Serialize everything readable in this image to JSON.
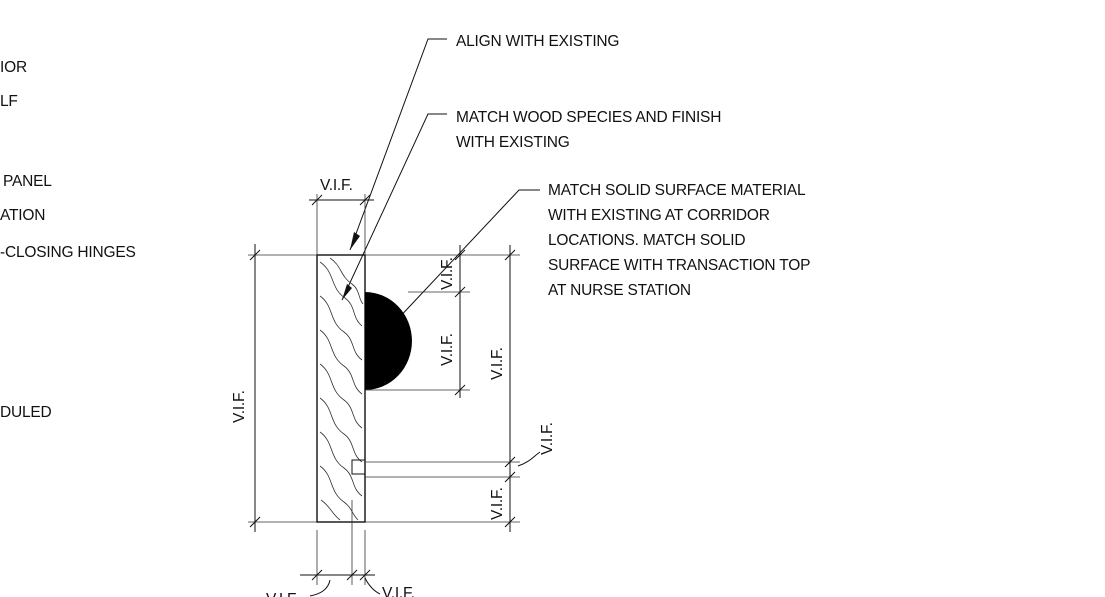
{
  "left_notes": [
    "IOR",
    "LF",
    "PANEL",
    "ATION",
    "-CLOSING HINGES",
    "DULED"
  ],
  "callouts": {
    "align": "ALIGN WITH EXISTING",
    "wood": [
      "MATCH WOOD SPECIES AND FINISH",
      "WITH EXISTING"
    ],
    "solid": [
      "MATCH SOLID SURFACE MATERIAL",
      "WITH EXISTING AT CORRIDOR",
      "LOCATIONS. MATCH SOLID",
      "SURFACE WITH TRANSACTION TOP",
      "AT NURSE STATION"
    ]
  },
  "dim_label": "V.I.F."
}
